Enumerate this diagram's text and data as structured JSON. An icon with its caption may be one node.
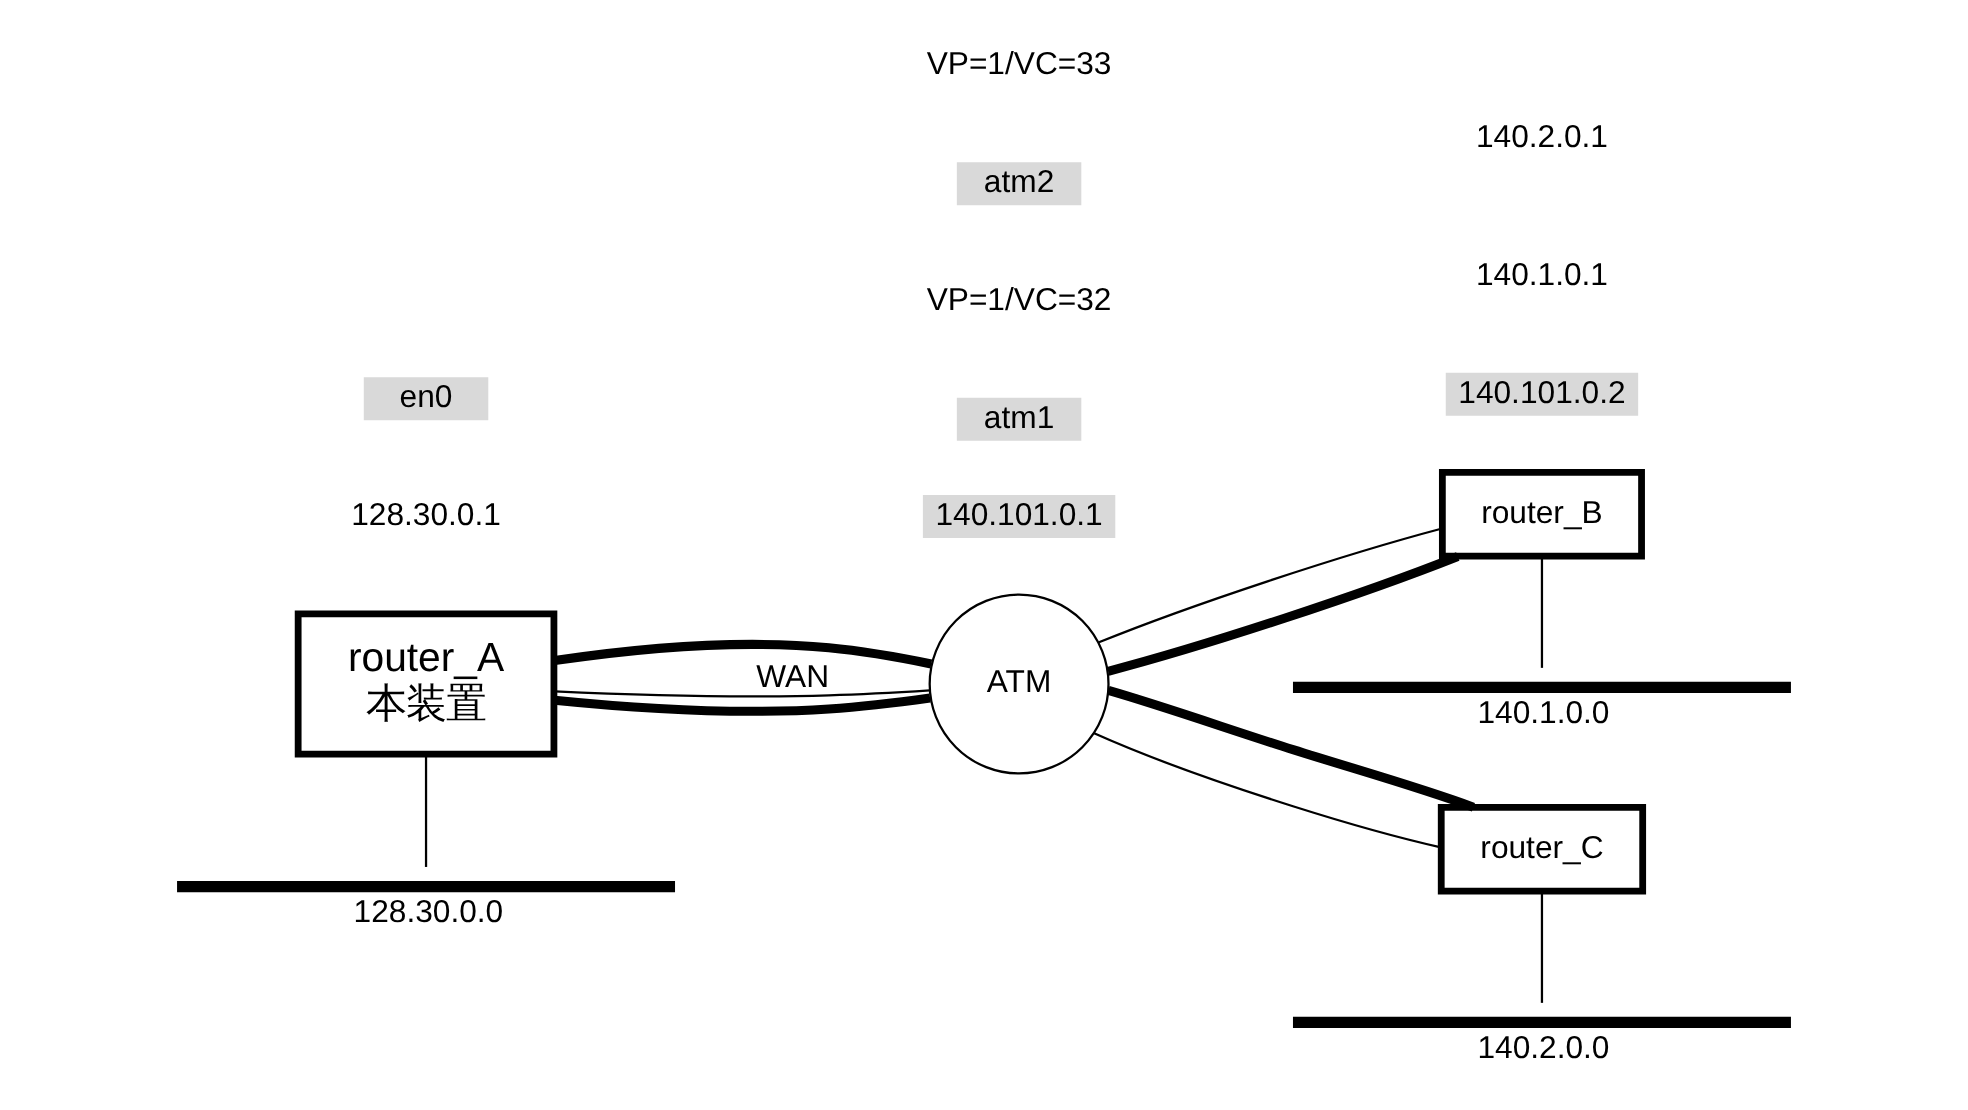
{
  "diagram": {
    "nodes": [
      {
        "text": [
          "router_A",
          "本装置"
        ]
      },
      {
        "text": [
          "ATM"
        ]
      },
      {
        "text": [
          "router_B"
        ]
      },
      {
        "text": [
          "router_C"
        ]
      },
      {
        "text": [],
        "shape": "bar",
        "beside": [
          "128.30.0.0"
        ]
      },
      {
        "text": [],
        "shape": "bar",
        "beside": [
          "140.1.0.0"
        ]
      },
      {
        "text": [],
        "shape": "bar",
        "beside": [
          "140.2.0.0"
        ]
      }
    ],
    "edges": [
      {
        "from": 0,
        "to": 1,
        "arrow": "none",
        "style": "thick"
      },
      {
        "from": 0,
        "to": 1,
        "arrow": "none",
        "label": "WAN"
      },
      {
        "from": 0,
        "to": 1,
        "arrow": "none",
        "style": "thick"
      },
      {
        "from": 1,
        "to": 2,
        "arrow": "none",
        "style": "thick"
      },
      {
        "from": 1,
        "to": 2,
        "arrow": "none"
      },
      {
        "from": 1,
        "to": 3,
        "arrow": "none"
      },
      {
        "from": 1,
        "to": 3,
        "arrow": "none",
        "style": "thick"
      },
      {
        "from": 0,
        "to": 4,
        "arrow": "none"
      },
      {
        "from": 2,
        "to": 5,
        "arrow": "none"
      },
      {
        "from": 3,
        "to": 6,
        "arrow": "none"
      }
    ],
    "labels": [
      "140.101.0.2",
      "140.101.0.1",
      "atm1",
      "VP=1/VC=32",
      "atm2",
      "VP=1/VC=33",
      "128.30.0.1",
      "en0",
      "140.1.0.1",
      "140.2.0.1"
    ]
  }
}
